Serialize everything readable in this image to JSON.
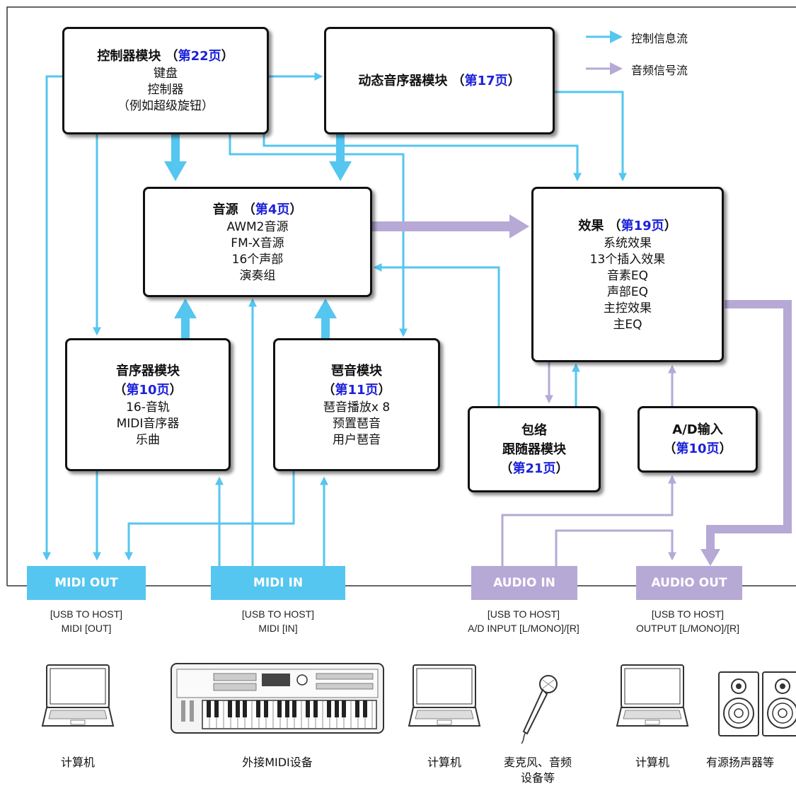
{
  "colors": {
    "control_flow": "#55c6ef",
    "audio_flow": "#b6a9d6",
    "page_link": "#1c21d9"
  },
  "legend": {
    "control": "控制信息流",
    "audio": "音频信号流"
  },
  "modules": {
    "controller": {
      "title": "控制器模块",
      "page": "第22页",
      "lines": [
        "键盘",
        "控制器",
        "（例如超级旋钮）"
      ]
    },
    "motion_seq": {
      "title": "动态音序器模块",
      "page": "第17页"
    },
    "tone_gen": {
      "title": "音源",
      "page": "第4页",
      "lines": [
        "AWM2音源",
        "FM-X音源",
        "16个声部",
        "演奏组"
      ]
    },
    "effect": {
      "title": "效果",
      "page": "第19页",
      "lines": [
        "系统效果",
        "13个插入效果",
        "音素EQ",
        "声部EQ",
        "主控效果",
        "主EQ"
      ]
    },
    "sequencer": {
      "title": "音序器模块",
      "page": "第10页",
      "lines": [
        "16-音轨",
        "MIDI音序器",
        "乐曲"
      ]
    },
    "arpeggio": {
      "title": "琶音模块",
      "page": "第11页",
      "lines": [
        "琶音播放x 8",
        "预置琶音",
        "用户琶音"
      ]
    },
    "envelope": {
      "title1": "包络",
      "title2": "跟随器模块",
      "page": "第21页"
    },
    "ad_input": {
      "title": "A/D输入",
      "page": "第10页"
    }
  },
  "ports": {
    "midi_out": {
      "label": "MIDI OUT",
      "caption": [
        "[USB TO HOST]",
        "MIDI [OUT]"
      ]
    },
    "midi_in": {
      "label": "MIDI IN",
      "caption": [
        "[USB TO HOST]",
        "MIDI [IN]"
      ]
    },
    "audio_in": {
      "label": "AUDIO IN",
      "caption": [
        "[USB TO HOST]",
        "A/D INPUT [L/MONO]/[R]"
      ]
    },
    "audio_out": {
      "label": "AUDIO OUT",
      "caption": [
        "[USB TO HOST]",
        "OUTPUT [L/MONO]/[R]"
      ]
    }
  },
  "devices": {
    "computer1": "计算机",
    "midi_device": "外接MIDI设备",
    "computer2": "计算机",
    "mic": [
      "麦克风、音频",
      "设备等"
    ],
    "computer3": "计算机",
    "speakers": "有源扬声器等"
  },
  "icons": [
    "laptop-icon",
    "keyboard-synth-icon",
    "microphone-icon",
    "speaker-icon"
  ]
}
